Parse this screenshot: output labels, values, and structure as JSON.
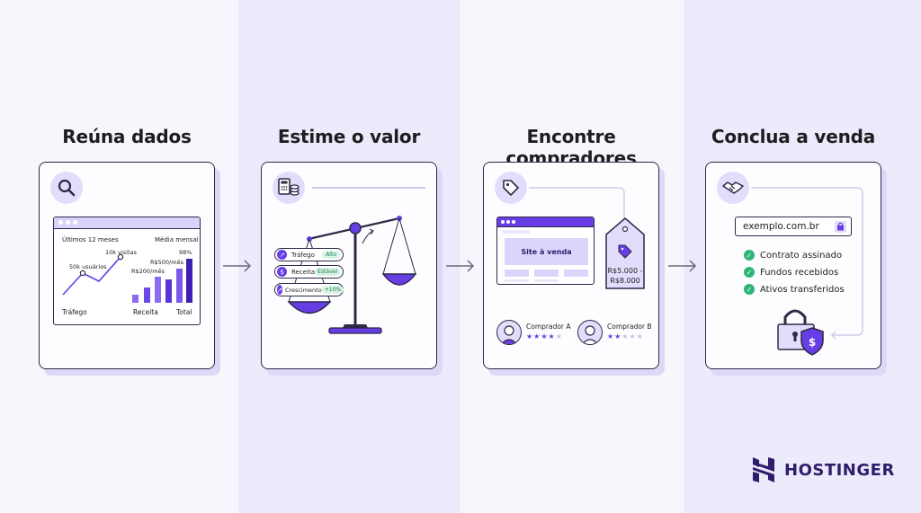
{
  "steps": [
    {
      "title": "Reúna dados",
      "icon": "magnifier-icon",
      "panel": {
        "left_label": "Últimos 12 meses",
        "right_label": "Média mensal",
        "point1": "50k usuários",
        "point2": "10k visitas",
        "revenue1": "R$500/mês",
        "revenue2": "R$200/mês",
        "pct": "98%",
        "foot_left": "Tráfego",
        "foot_mid": "Receita",
        "foot_right": "Total"
      }
    },
    {
      "title": "Estime o valor",
      "icon": "calculator-coins-icon",
      "factors": [
        {
          "label": "Tráfego",
          "badge": "Alto"
        },
        {
          "label": "Receita",
          "badge": "Estável"
        },
        {
          "label": "Crescimento",
          "badge": "+10%"
        }
      ]
    },
    {
      "title": "Encontre compradores",
      "icon": "price-tag-icon",
      "site_label": "Site à venda",
      "price_tag": "R$5.000 -\nR$8.000",
      "price_line1": "R$5.000 -",
      "price_line2": "R$8.000",
      "buyers": [
        {
          "name": "Comprador A",
          "stars": 4
        },
        {
          "name": "Comprador B",
          "stars": 2
        }
      ]
    },
    {
      "title": "Conclua a venda",
      "icon": "handshake-icon",
      "domain": "exemplo.com.br",
      "checklist": [
        "Contrato assinado",
        "Fundos recebidos",
        "Ativos transferidos"
      ]
    }
  ],
  "brand": {
    "name": "HOSTINGER"
  },
  "colors": {
    "accent": "#673de6",
    "dark": "#2d2a45",
    "light_purple": "#e2ddfb",
    "green": "#2fb578"
  }
}
